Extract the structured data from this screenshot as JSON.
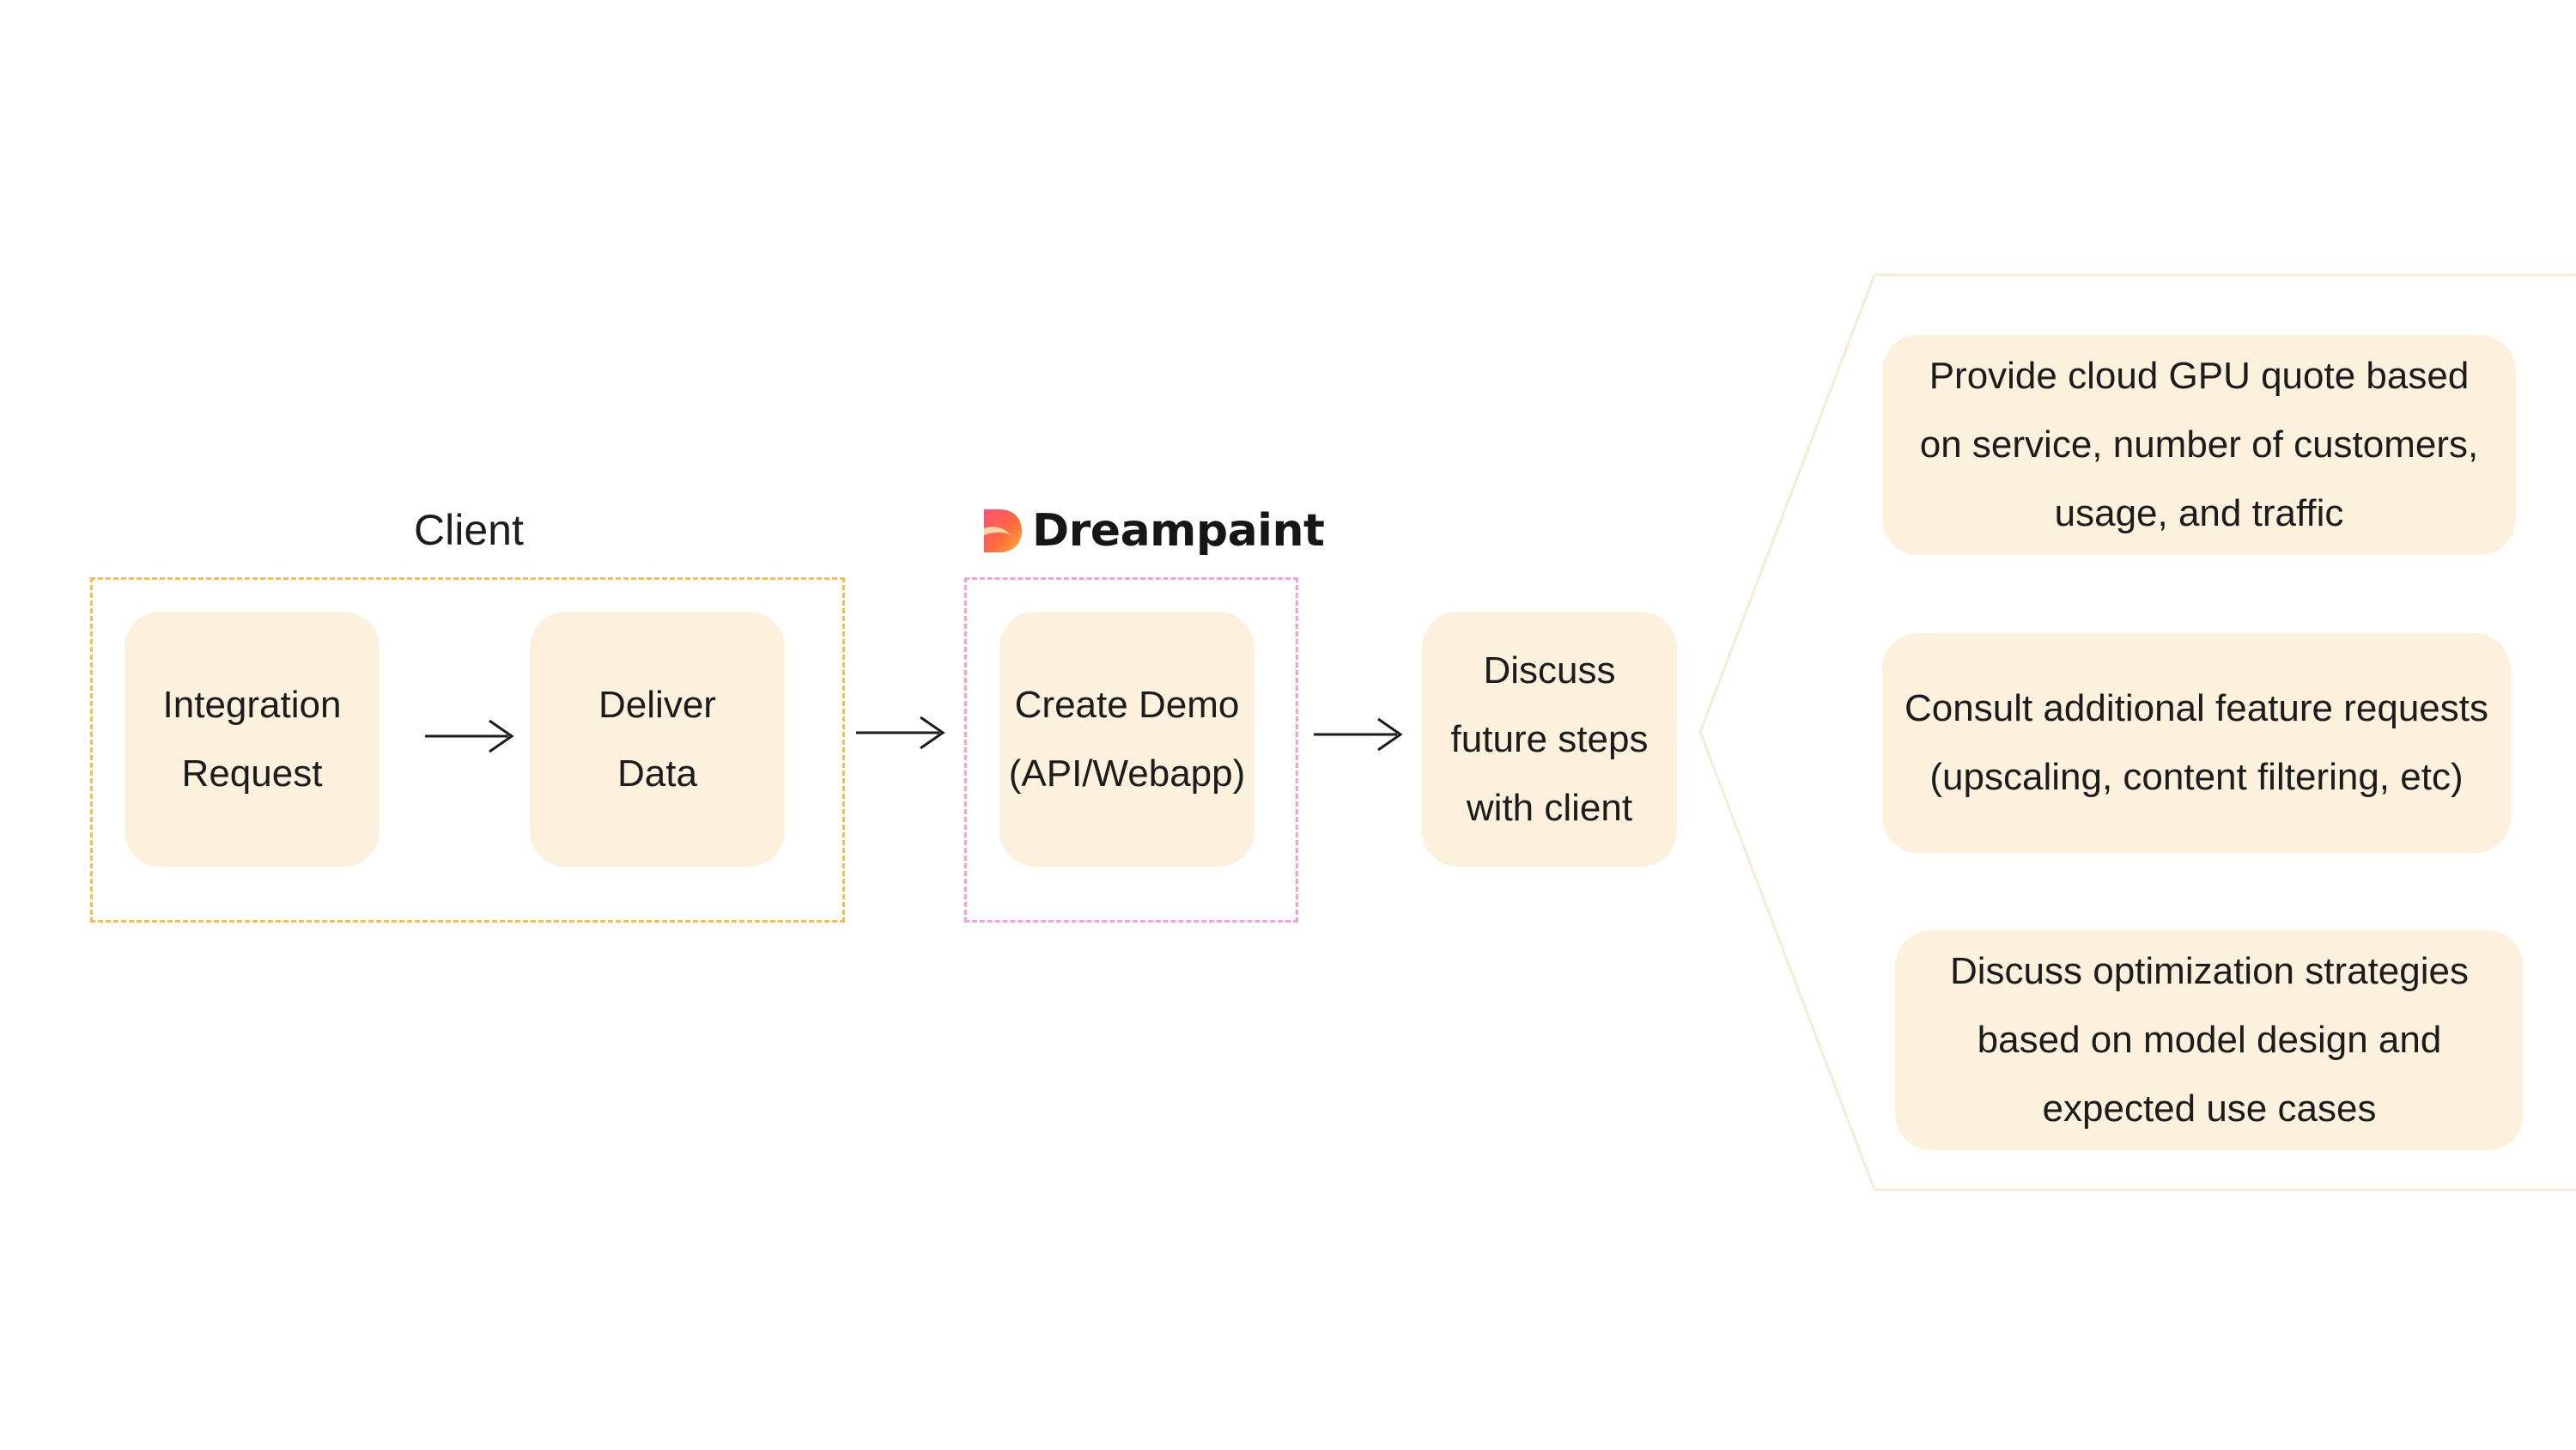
{
  "client": {
    "title": "Client",
    "integration_request": [
      "Integration",
      "Request"
    ],
    "deliver_data": [
      "Deliver",
      "Data"
    ]
  },
  "dreampaint": {
    "brand": "Dreampaint",
    "create_demo": [
      "Create Demo",
      "(API/Webapp)"
    ]
  },
  "discuss": [
    "Discuss",
    "future steps",
    "with client"
  ],
  "outcomes": [
    [
      "Provide cloud GPU quote based",
      "on service, number of customers,",
      "usage, and traffic"
    ],
    [
      "Consult additional feature requests",
      "(upscaling, content filtering, etc)"
    ],
    [
      "Discuss optimization strategies",
      "based on model design and",
      "expected use cases"
    ]
  ],
  "colors": {
    "node_fill": "#fbf1dc",
    "client_border": "#f4c04a",
    "dreampaint_border": "#f79de2",
    "bracket_stroke": "#f6ecd6"
  }
}
